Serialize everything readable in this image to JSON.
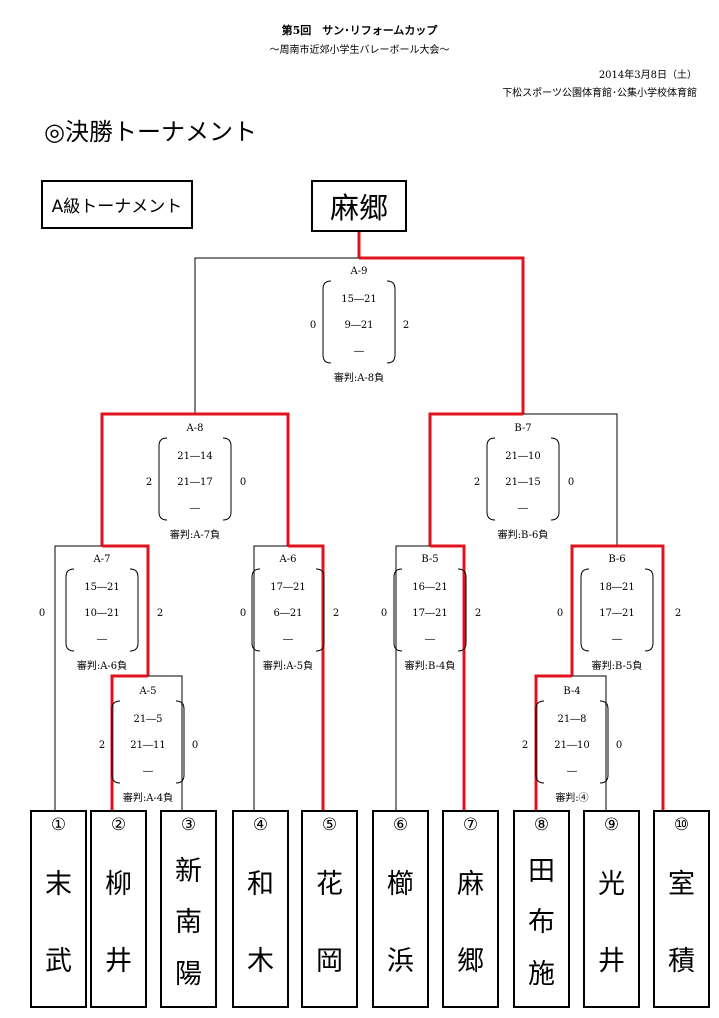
{
  "header": {
    "title": "第5回　サン･リフォームカップ",
    "subtitle": "～周南市近郊小学生バレーボール大会～",
    "date": "2014年3月8日（土）",
    "venue": "下松スポーツ公園体育館･公集小学校体育館",
    "heading": "◎決勝トーナメント",
    "grade": "A級トーナメント",
    "champion": "麻郷"
  },
  "teams": [
    {
      "num": "①",
      "name": [
        "末",
        "武"
      ]
    },
    {
      "num": "②",
      "name": [
        "柳",
        "井"
      ]
    },
    {
      "num": "③",
      "name": [
        "新",
        "南",
        "陽"
      ]
    },
    {
      "num": "④",
      "name": [
        "和",
        "木"
      ]
    },
    {
      "num": "⑤",
      "name": [
        "花",
        "岡"
      ]
    },
    {
      "num": "⑥",
      "name": [
        "櫛",
        "浜"
      ]
    },
    {
      "num": "⑦",
      "name": [
        "麻",
        "郷"
      ]
    },
    {
      "num": "⑧",
      "name": [
        "田",
        "布",
        "施"
      ]
    },
    {
      "num": "⑨",
      "name": [
        "光",
        "井"
      ]
    },
    {
      "num": "⑩",
      "name": [
        "室",
        "積"
      ]
    }
  ],
  "matches": [
    {
      "id": "A-9",
      "sets": [
        "15―21",
        "9―21",
        "―"
      ],
      "left": "0",
      "right": "2",
      "referee": "審判:A-8負"
    },
    {
      "id": "A-8",
      "sets": [
        "21―14",
        "21―17",
        "―"
      ],
      "left": "2",
      "right": "0",
      "referee": "審判:A-7負"
    },
    {
      "id": "B-7",
      "sets": [
        "21―10",
        "21―15",
        "―"
      ],
      "left": "2",
      "right": "0",
      "referee": "審判:B-6負"
    },
    {
      "id": "A-7",
      "sets": [
        "15―21",
        "10―21",
        "―"
      ],
      "left": "0",
      "right": "2",
      "referee": "審判:A-6負"
    },
    {
      "id": "A-6",
      "sets": [
        "17―21",
        "6―21",
        "―"
      ],
      "left": "0",
      "right": "2",
      "referee": "審判:A-5負"
    },
    {
      "id": "B-5",
      "sets": [
        "16―21",
        "17―21",
        "―"
      ],
      "left": "0",
      "right": "2",
      "referee": "審判:B-4負"
    },
    {
      "id": "B-6",
      "sets": [
        "18―21",
        "17―21",
        "―"
      ],
      "left": "0",
      "right": "2",
      "referee": "審判:B-5負"
    },
    {
      "id": "A-5",
      "sets": [
        "21―5",
        "21―11",
        "―"
      ],
      "left": "2",
      "right": "0",
      "referee": "審判:A-4負"
    },
    {
      "id": "B-4",
      "sets": [
        "21―8",
        "21―10",
        "―"
      ],
      "left": "2",
      "right": "0",
      "referee": "審判:④"
    }
  ],
  "colors": {
    "winner_line": "#e0141e",
    "line": "#000000"
  }
}
